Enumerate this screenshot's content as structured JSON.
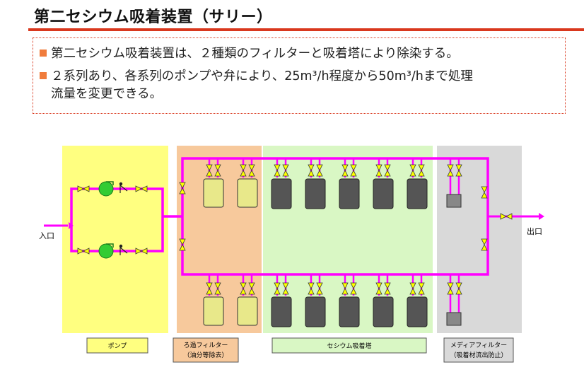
{
  "title": "第二セシウム吸着装置（サリー）",
  "bullets": [
    "第二セシウム吸着装置は、２種類のフィルターと吸着塔により除染する。",
    "２系列あり、各系列のポンプや弁により、25m³/h程度から50m³/hまで処理",
    "流量を変更できる。"
  ],
  "diagram": {
    "inlet": "入口",
    "outlet": "出口",
    "sections": {
      "pump": "ポンプ",
      "filter_line1": "ろ過フィルター",
      "filter_line2": "（油分等除去）",
      "cesium": "セシウム吸着塔",
      "media_line1": "メディアフィルター",
      "media_line2": "（吸着材流出防止）"
    }
  },
  "colors": {
    "pipe": "#ff00ff",
    "pump_zone": "#ffff80",
    "filter_zone": "#f7c99c",
    "cesium_zone": "#d9f7c4",
    "media_zone": "#d9d9d9",
    "title_rule": "#d9381e",
    "valve": "#ffff00"
  }
}
